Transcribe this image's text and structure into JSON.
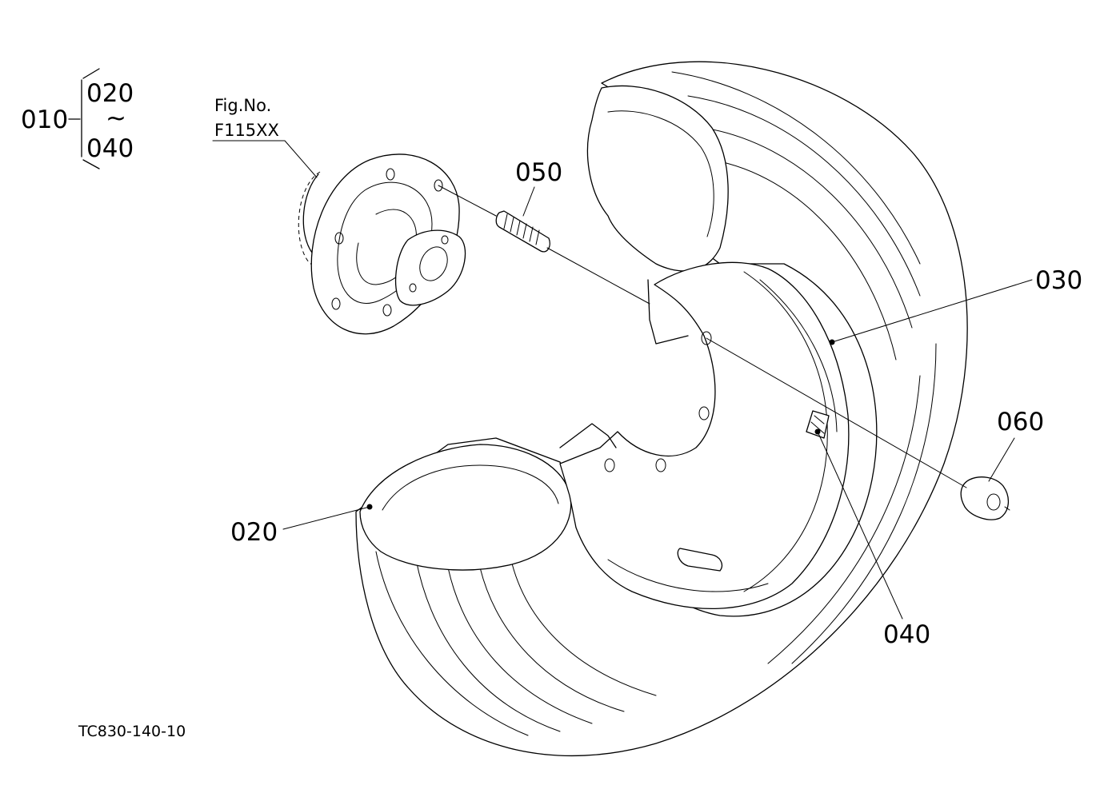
{
  "figure": {
    "assembly": {
      "parent": "010",
      "range_start": "020",
      "range_end": "040",
      "tilde": "~"
    },
    "reference": {
      "line1": "Fig.No.",
      "line2": "F115XX"
    },
    "callouts": {
      "p020": "020",
      "p030": "030",
      "p040": "040",
      "p050": "050",
      "p060": "060"
    },
    "drawing_code": "TC830-140-10",
    "line_color": "#000000",
    "background": "#ffffff"
  }
}
